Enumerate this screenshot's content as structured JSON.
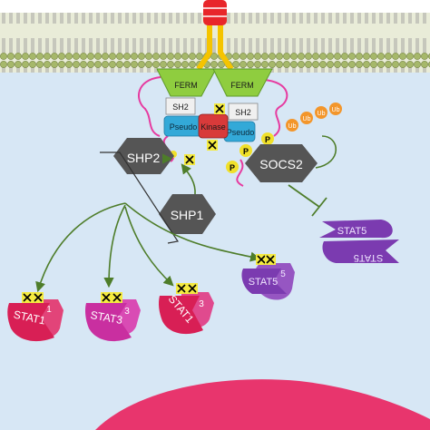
{
  "receptor": {
    "domains": {
      "ferm_left": "FERM",
      "ferm_right": "FERM",
      "sh2_left": "SH2",
      "sh2_right": "SH2",
      "pseudo_left": "Pseudo",
      "kinase": "Kinase",
      "pseudo_right": "Pseudo"
    }
  },
  "phospho": {
    "label": "P"
  },
  "ubiquitin": {
    "label": "Ub"
  },
  "regulators": {
    "shp2": "SHP2",
    "shp1": "SHP1",
    "socs2": "SOCS2"
  },
  "stats": {
    "stat5_dimer_top": "STAT5",
    "stat5_dimer_bottom": "STAT5",
    "stat5_target": "STAT5",
    "stat5_target_back": "5",
    "stat1_a": "STAT1",
    "stat1_a_back": "1",
    "stat3": "STAT3",
    "stat3_back": "3",
    "stat1_b": "STAT1",
    "stat1_b_back": "3"
  },
  "colors": {
    "membrane_head": "#a6b86a",
    "membrane_band": "#e9ecd8",
    "cytoplasm": "#d7e7f5",
    "nucleus": "#e8356d",
    "receptor_red": "#e8262a",
    "receptor_yellow": "#f5c400",
    "ferm_green": "#8fcd3f",
    "pseudo_blue": "#33a9d8",
    "kinase_red": "#d83a3a",
    "hexagon": "#555555",
    "stat1": "#d81f55",
    "stat3": "#c92fa0",
    "stat5": "#7b3bb0",
    "arrow_green": "#4e7d2a",
    "phospho_yellow": "#f0e02a",
    "ub_orange": "#f3962b",
    "linker_pink": "#e63ba0",
    "inhibit_x": "#f4ea40"
  }
}
